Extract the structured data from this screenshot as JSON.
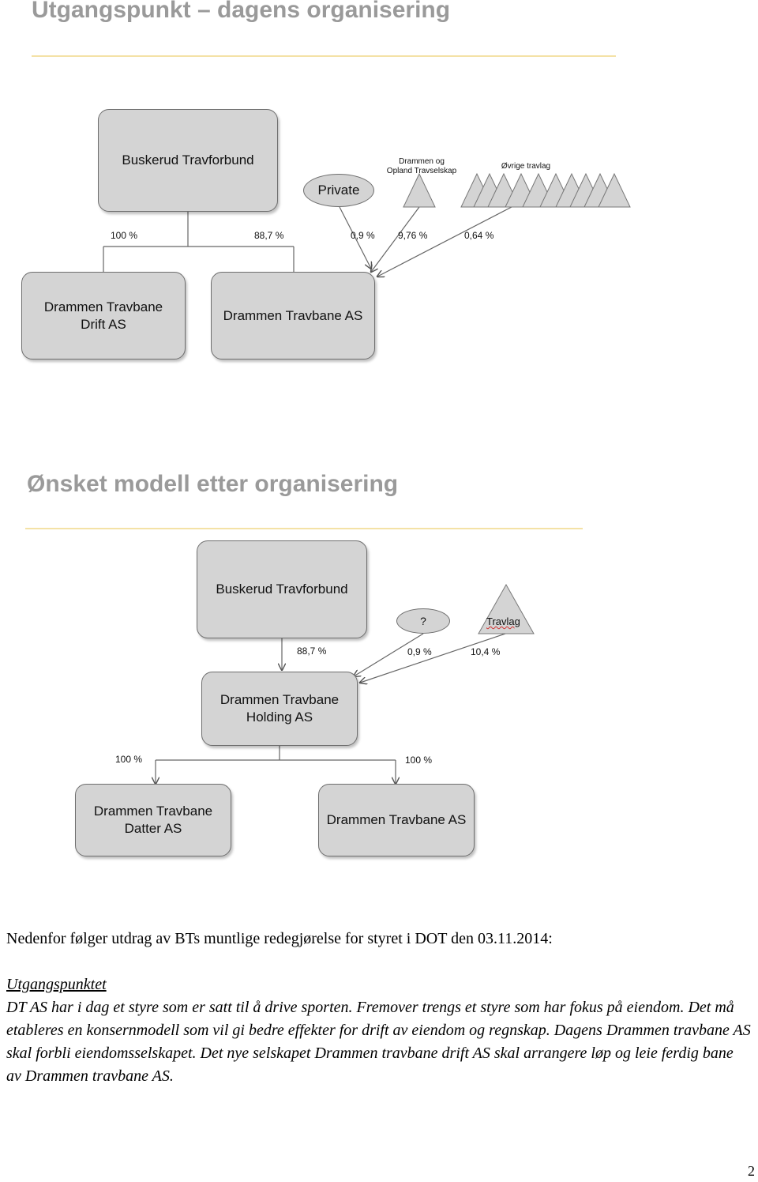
{
  "section1": {
    "title": "Utgangspunkt – dagens organisering",
    "top_box": "Buskerud Travforbund",
    "private_label": "Private",
    "drammen_opland_label": "Drammen og\nOpland Travselskap",
    "ovrige_label": "Øvrige travlag",
    "pct_left": "100 %",
    "pct_right": "88,7 %",
    "pct_private": "0,9 %",
    "pct_dots": "9,76 %",
    "pct_ovrige": "0,64 %",
    "box_drift": "Drammen Travbane\nDrift AS",
    "box_as": "Drammen Travbane AS"
  },
  "section2": {
    "title": "Ønsket modell etter organisering",
    "top_box": "Buskerud Travforbund",
    "question_label": "?",
    "travlag_label": "Travlag",
    "pct_top": "88,7 %",
    "pct_question": "0,9 %",
    "pct_travlag": "10,4 %",
    "holding_box": "Drammen Travbane\nHolding AS",
    "pct_left": "100 %",
    "pct_right": "100 %",
    "box_datter": "Drammen Travbane\nDatter AS",
    "box_as": "Drammen Travbane AS"
  },
  "text": {
    "intro": "Nedenfor følger utdrag av BTs muntlige redegjørelse for styret i DOT den 03.11.2014:",
    "subheading": "Utgangspunktet",
    "paragraph": "DT AS har i dag et styre som er satt til å drive sporten. Fremover trengs et styre som har fokus på eiendom. Det må etableres en konsernmodell som vil gi bedre effekter for drift av eiendom og regnskap. Dagens Drammen travbane AS skal forbli eiendomsselskapet. Det nye selskapet Drammen travbane drift AS skal arrangere løp og leie ferdig bane av Drammen travbane AS."
  },
  "page_number": "2",
  "colors": {
    "heading": "#9a9a9a",
    "box_fill": "#d4d4d4",
    "rule": "#f4e2a6"
  }
}
